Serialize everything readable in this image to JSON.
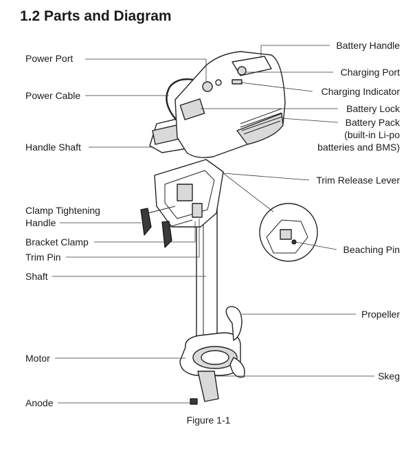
{
  "section": {
    "title": "1.2 Parts and Diagram"
  },
  "labels": {
    "left": [
      "Power Port",
      "Power Cable",
      "Handle Shaft",
      "Clamp Tightening",
      "Handle",
      "Bracket Clamp",
      "Trim Pin",
      "Shaft",
      "Motor",
      "Anode"
    ],
    "right": [
      "Battery Handle",
      "Charging Port",
      "Charging Indicator",
      "Battery Lock",
      "Battery Pack",
      "(built-in Li-po",
      "batteries and BMS)",
      "Trim Release Lever",
      "Beaching Pin",
      "Propeller",
      "Skeg"
    ]
  },
  "figure": {
    "caption": "Figure 1-1"
  }
}
